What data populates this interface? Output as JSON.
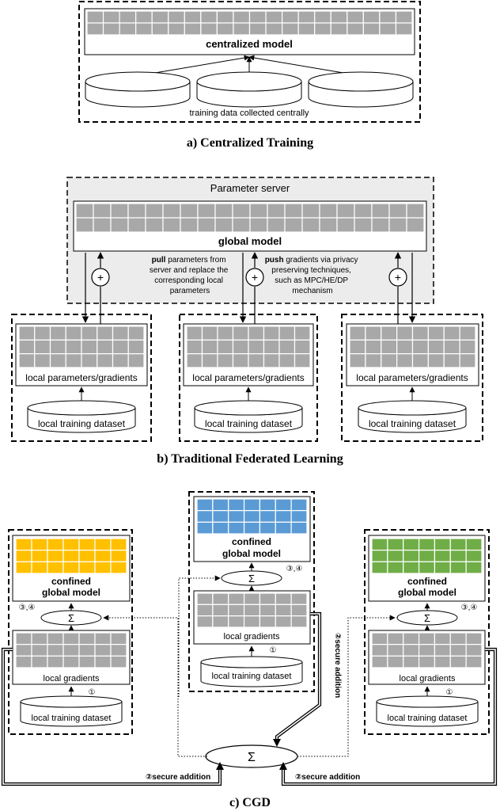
{
  "section_a": {
    "model_label": "centralized model",
    "data_label": "training data collected centrally",
    "caption": "a) Centralized Training"
  },
  "section_b": {
    "server_title": "Parameter server",
    "model_label": "global model",
    "pull_bold": "pull",
    "pull_line1": " parameters from",
    "pull_line2": "server and replace the",
    "pull_line3": "corresponding local",
    "pull_line4": "parameters",
    "push_bold": "push",
    "push_line1": " gradients via privacy",
    "push_line2": "preserving techniques,",
    "push_line3": "such as MPC/HE/DP",
    "push_line4": "mechanism",
    "plus_symbol": "+",
    "client_param_label": "local parameters/gradients",
    "client_dataset_label": "local training dataset",
    "caption": "b) Traditional Federated Learning"
  },
  "section_c": {
    "confined_line1": "confined",
    "confined_line2": "global model",
    "sigma": "Σ",
    "local_gradients": "local gradients",
    "local_dataset": "local training dataset",
    "step1": "①",
    "step34": "③,④",
    "secure_addition": "②secure addition",
    "caption": "c) CGD"
  },
  "colors": {
    "grid_gray": "#a8a8a8",
    "server_bg": "#ececec",
    "blue": "#5b9bd5",
    "yellow": "#ffc000",
    "green": "#70ad47"
  }
}
